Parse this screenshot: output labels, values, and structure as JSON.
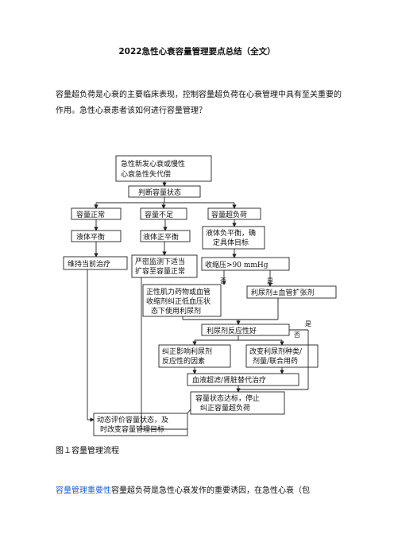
{
  "title": "2022急性心衰容量管理要点总结（全文）",
  "intro": "容量超负荷是心衰的主要临床表现，控制容量超负荷在心衰管理中具有至关重要的作用。急性心衰患者该如何进行容量管理？",
  "flow": {
    "start_1": "急性新发心衰或慢性",
    "start_2": "心衰急性失代偿",
    "judge": "判断容量状态",
    "normal": "容量正常",
    "low": "容量不足",
    "over": "容量超负荷",
    "balance": "液体平衡",
    "pos_balance": "液体正平衡",
    "neg_balance_1": "液体负平衡，确",
    "neg_balance_2": "定具体目标",
    "maintain": "维持当前治疗",
    "monitor_1": "严密监测下适当",
    "monitor_2": "扩容至容量正常",
    "bp": "收缩压>90 mmHg",
    "no_1": "否",
    "yes_1": "是",
    "inotrope_1": "正性肌力药物或血管",
    "inotrope_2": "收缩剂纠正低血压状",
    "inotrope_3": "态下使用利尿剂",
    "diuretic_vaso": "利尿剂±血管扩张剂",
    "response": "利尿剂反应性好",
    "yes_2": "是",
    "no_2": "否",
    "correct_1": "纠正影响利尿剂",
    "correct_2": "反应性的因素",
    "change_1": "改变利尿剂种类/",
    "change_2": "剂量/联合用药",
    "ultra": "血液超滤/肾脏替代治疗",
    "target_1": "容量状态达标，停止",
    "target_2": "纠正容量超负荷",
    "dynamic_1": "动态评价容量状态，及",
    "dynamic_2": "时改变容量管理目标"
  },
  "caption": "图１容量管理流程",
  "bottom_highlight": "容量管理重要性",
  "bottom_text": "容量超负荷是急性心衰发作的重要诱因，在急性心衰（包"
}
